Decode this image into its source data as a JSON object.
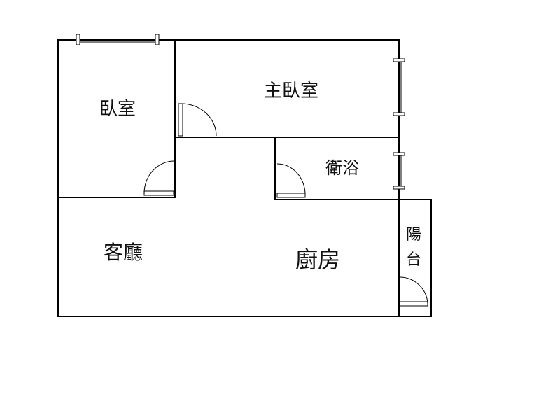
{
  "rooms": {
    "bedroom": "臥室",
    "master_bedroom": "主臥室",
    "bathroom": "衛浴",
    "living_room": "客廳",
    "kitchen": "廚房",
    "balcony_line1": "陽",
    "balcony_line2": "台"
  },
  "colors": {
    "wall": "#000000",
    "background": "#ffffff",
    "text": "#111111"
  }
}
